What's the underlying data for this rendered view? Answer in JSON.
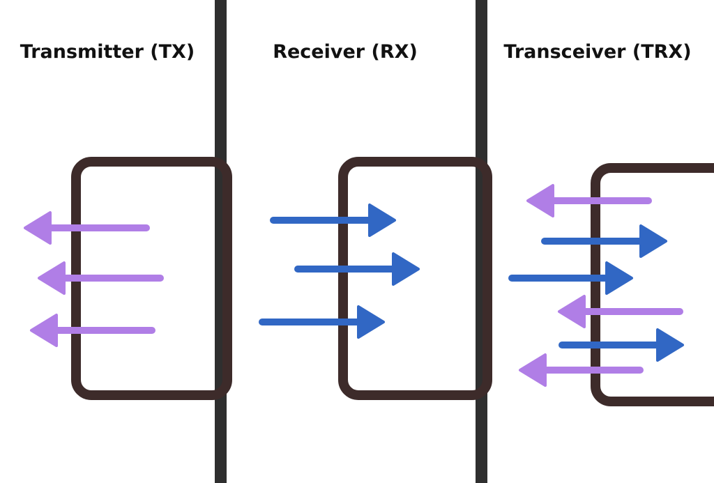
{
  "panels": [
    {
      "title": "Transmitter (TX)"
    },
    {
      "title": "Receiver (RX)"
    },
    {
      "title": "Transceiver (TRX)"
    }
  ],
  "colors": {
    "box_stroke": "#3d2b2a",
    "divider": "#2f2f2f",
    "transmit_arrow": "#b07ee6",
    "receive_arrow": "#3167c4",
    "title_text": "#111111"
  },
  "icons": {
    "transmit": "arrow-left-icon",
    "receive": "arrow-right-icon"
  }
}
